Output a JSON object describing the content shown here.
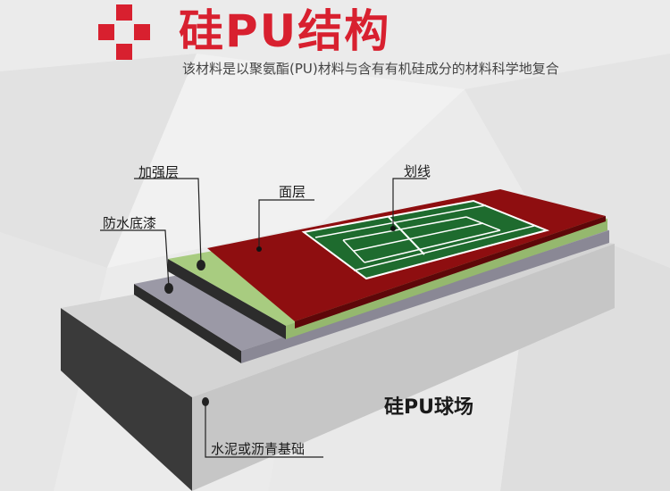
{
  "header": {
    "title": "硅PU结构",
    "subtitle": "该材料是以聚氨酯(PU)材料与含有有机硅成分的材料科学地复合"
  },
  "layers": {
    "reinforcement": "加强层",
    "waterproof_primer": "防水底漆",
    "surface": "面层",
    "line_marking": "划线",
    "base": "水泥或沥青基础"
  },
  "court_name": "硅PU球场",
  "colors": {
    "brand_red": "#d8202f",
    "surface_red": "#8e0e10",
    "court_green": "#1e6b2e",
    "reinforcement_green": "#a8cc80",
    "primer_gray": "#9b99a6",
    "base_gray": "#d4d4d4"
  }
}
